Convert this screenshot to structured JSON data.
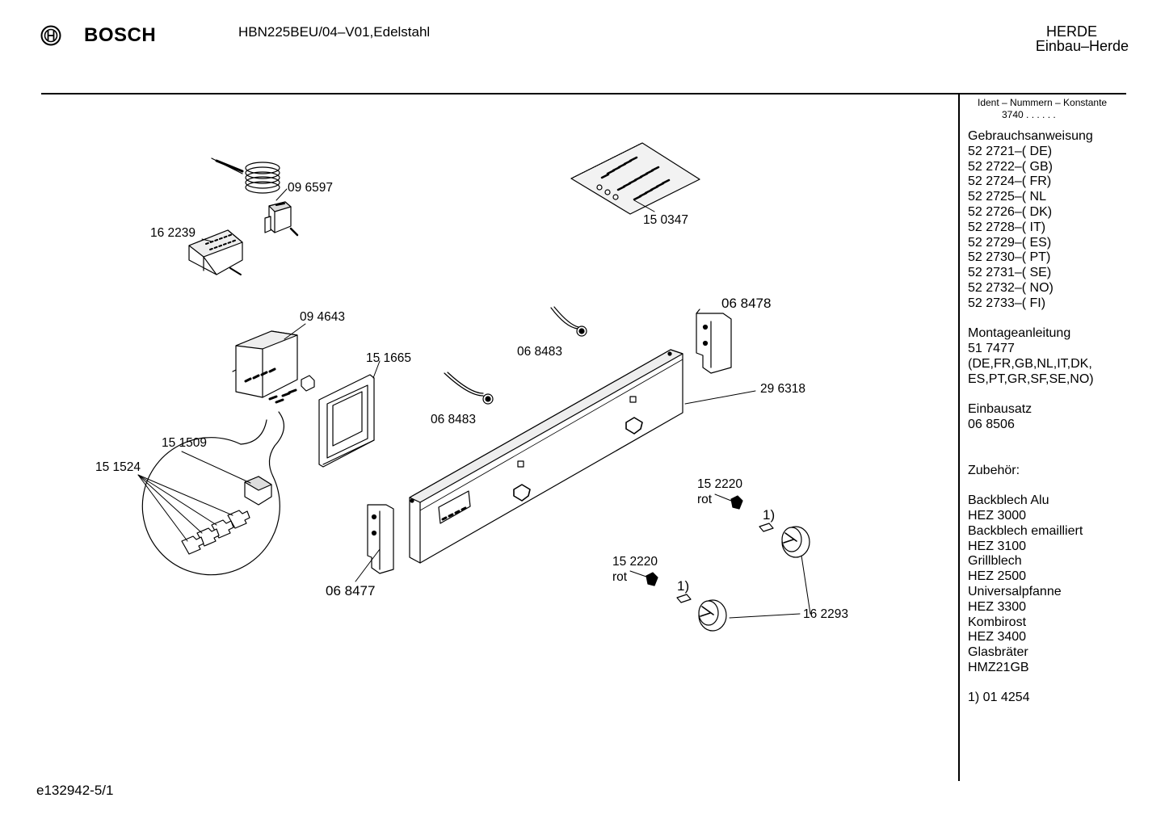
{
  "header": {
    "brand": "BOSCH",
    "model": "HBN225BEU/04–V01,Edelstahl",
    "category_main": "HERDE",
    "category_sub": "Einbau–Herde"
  },
  "sidebar": {
    "ident_heading": "Ident – Nummern – Konstante",
    "ident_value": "3740 .  .  .  .  .  .",
    "manual_heading": "Gebrauchsanweisung",
    "manuals": [
      "52 2721–( DE)",
      "52 2722–( GB)",
      "52 2724–( FR)",
      "52 2725–( NL",
      "52 2726–( DK)",
      "52 2728–( IT)",
      "52 2729–( ES)",
      "52 2730–( PT)",
      "52 2731–( SE)",
      "52 2732–( NO)",
      "52 2733–( FI)"
    ],
    "assembly_heading": "Montageanleitung",
    "assembly_number": "51 7477",
    "assembly_langs_1": "(DE,FR,GB,NL,IT,DK,",
    "assembly_langs_2": "ES,PT,GR,SF,SE,NO)",
    "kit_heading": "Einbausatz",
    "kit_number": "06 8506",
    "accessories_heading": "Zubehör:",
    "accessories": [
      "Backblech Alu",
      "HEZ 3000",
      "Backblech emailliert",
      "HEZ 3100",
      "Grillblech",
      "HEZ 2500",
      "Universalpfanne",
      "HEZ 3300",
      "Kombirost",
      "HEZ 3400",
      "Glasbräter",
      "HMZ21GB"
    ],
    "footnote": "1)  01 4254"
  },
  "diagram": {
    "labels": {
      "p096597": "09 6597",
      "p162239": "16 2239",
      "p150347": "15 0347",
      "p094643": "09 4643",
      "p151665": "15 1665",
      "p068483a": "06 8483",
      "p068483b": "06 8483",
      "p068478": "06 8478",
      "p296318": "29 6318",
      "p151509": "15 1509",
      "p151524": "15 1524",
      "p152220a": "15 2220",
      "rot_a": "rot",
      "fn_a": "1)",
      "p152220b": "15 2220",
      "rot_b": "rot",
      "fn_b": "1)",
      "p068477": "06 8477",
      "p162293": "16 2293"
    }
  },
  "footer": {
    "code": "e132942-5/1"
  }
}
